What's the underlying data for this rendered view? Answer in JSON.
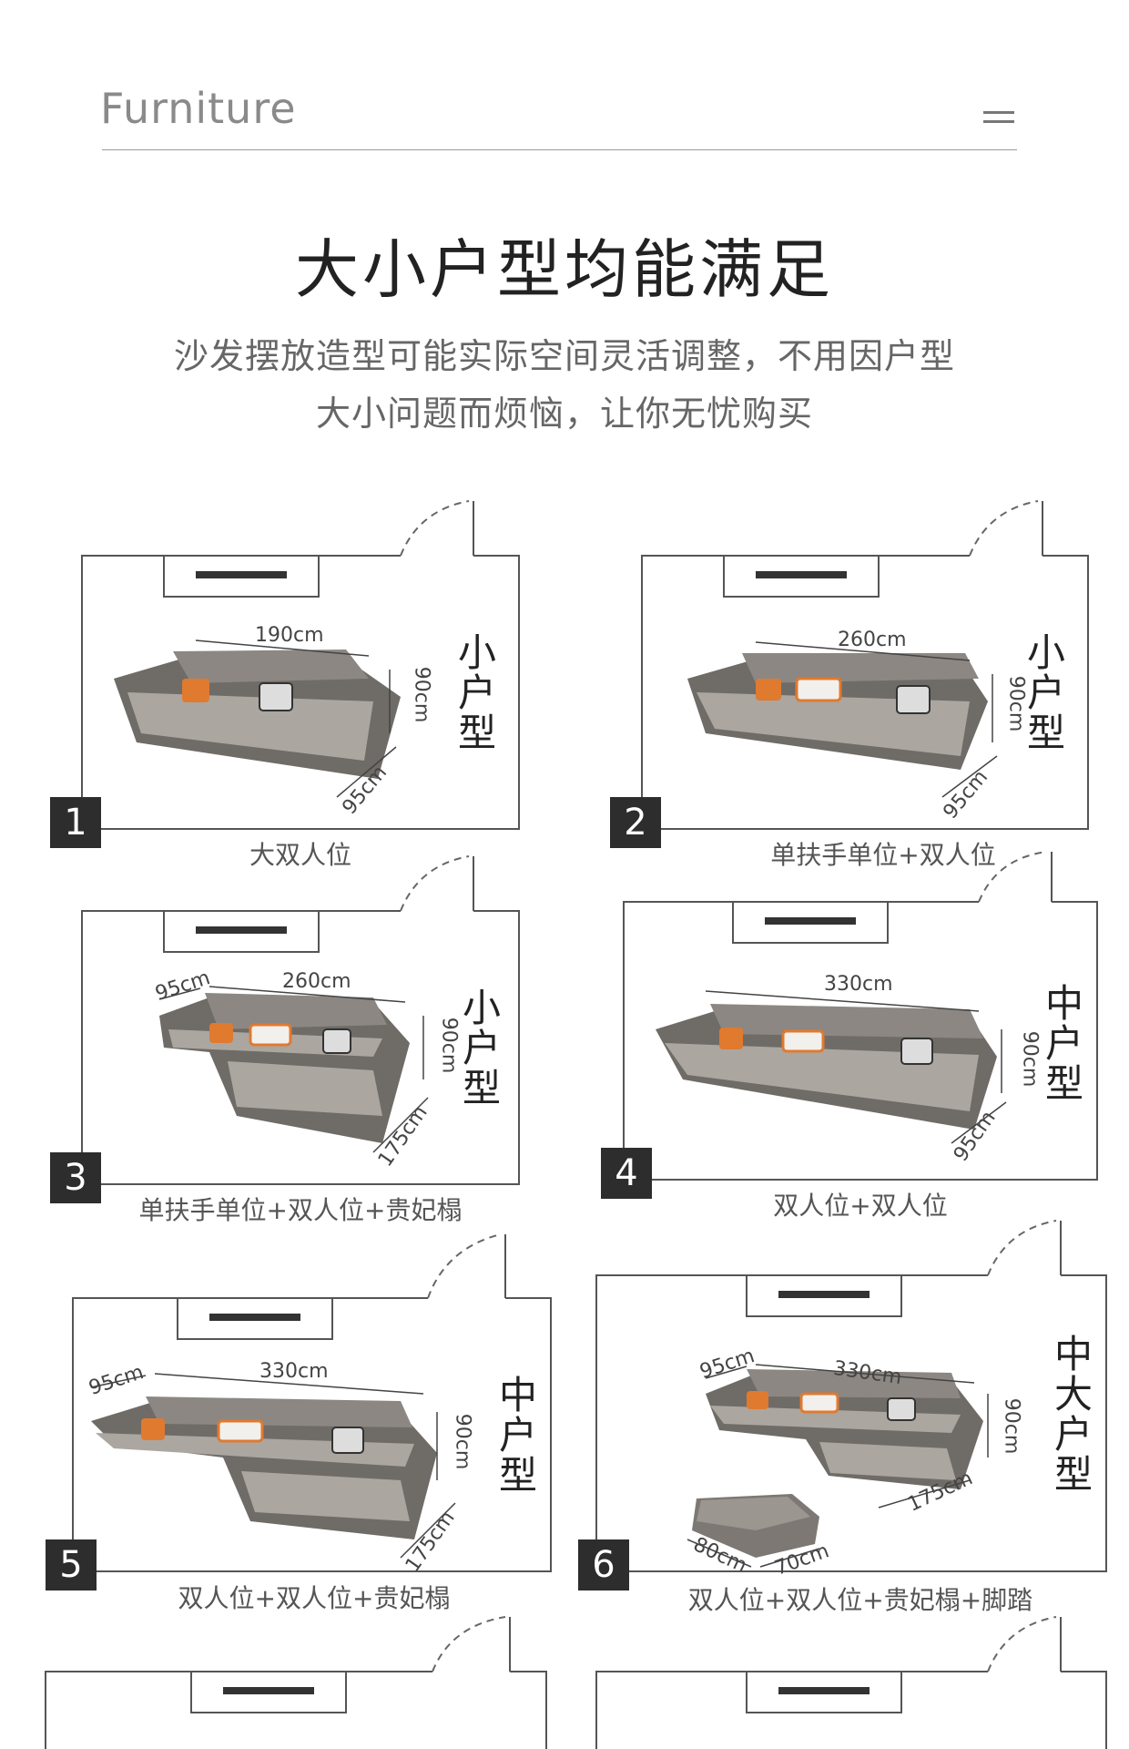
{
  "header": {
    "brand": "Furniture",
    "menu_icon": "menu-icon"
  },
  "title": "大小户型均能满足",
  "subtitle": {
    "line1": "沙发摆放造型可能实际空间灵活调整，不用因户型",
    "line2": "大小问题而烦恼，让你无忧购买"
  },
  "layouts": [
    {
      "number": "1",
      "caption": "大双人位",
      "size_label": "小户型",
      "dims": [
        "190cm",
        "90cm",
        "95cm"
      ]
    },
    {
      "number": "2",
      "caption": "单扶手单位+双人位",
      "size_label": "小户型",
      "dims": [
        "260cm",
        "90cm",
        "95cm"
      ]
    },
    {
      "number": "3",
      "caption": "单扶手单位+双人位+贵妃榻",
      "size_label": "小户型",
      "dims": [
        "95cm",
        "260cm",
        "90cm",
        "175cm"
      ]
    },
    {
      "number": "4",
      "caption": "双人位+双人位",
      "size_label": "中户型",
      "dims": [
        "330cm",
        "90cm",
        "95cm"
      ]
    },
    {
      "number": "5",
      "caption": "双人位+双人位+贵妃榻",
      "size_label": "中户型",
      "dims": [
        "95cm",
        "330cm",
        "90cm",
        "175cm"
      ]
    },
    {
      "number": "6",
      "caption": "双人位+双人位+贵妃榻+脚踏",
      "size_label": "中大户型",
      "dims": [
        "95cm",
        "330cm",
        "90cm",
        "175cm",
        "80cm",
        "70cm"
      ]
    }
  ],
  "colors": {
    "sofa_body": "#7a7672",
    "sofa_cushion": "#a8a39d",
    "pillow_orange": "#e07a2f",
    "frame_line": "#555555"
  }
}
